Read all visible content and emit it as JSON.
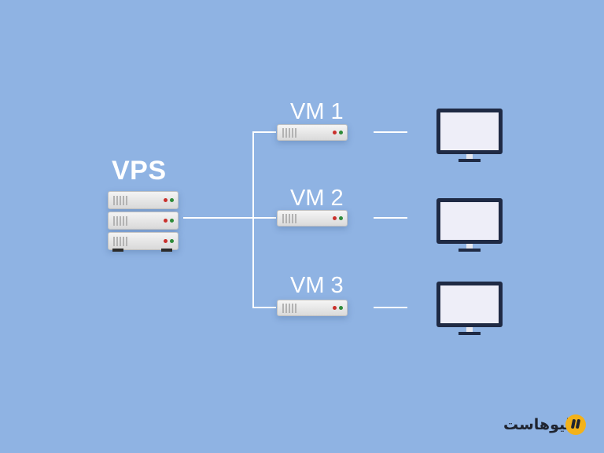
{
  "diagram": {
    "host_label": "VPS",
    "vms": [
      {
        "label": "VM 1"
      },
      {
        "label": "VM 2"
      },
      {
        "label": "VM 3"
      }
    ]
  },
  "brand": {
    "name": "لیوهاست",
    "accent_color": "#f3b21a",
    "icon": "brand-logo-mark"
  },
  "colors": {
    "background": "#8fb3e3",
    "connector": "#ffffff",
    "monitor_frame": "#1f2a44"
  }
}
